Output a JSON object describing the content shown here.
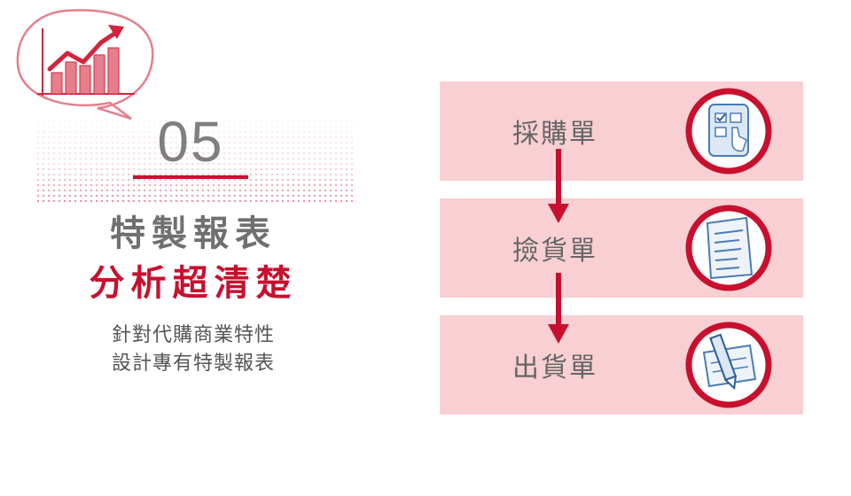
{
  "section": {
    "number": "05",
    "title_line1": "特製報表",
    "title_line2": "分析超清楚",
    "desc_line1": "針對代購商業特性",
    "desc_line2": "設計專有特製報表"
  },
  "flow": {
    "steps": [
      {
        "label": "採購單",
        "icon": "tablet-checklist-icon"
      },
      {
        "label": "撿貨單",
        "icon": "checklist-paper-icon"
      },
      {
        "label": "出貨單",
        "icon": "pencil-notepad-icon"
      }
    ]
  },
  "colors": {
    "accent": "#c8102e",
    "row_background": "#f8cfd3",
    "icon_ring": "#c8102e",
    "sketch_blue": "#4a7bb7",
    "gray_text": "#707070"
  }
}
